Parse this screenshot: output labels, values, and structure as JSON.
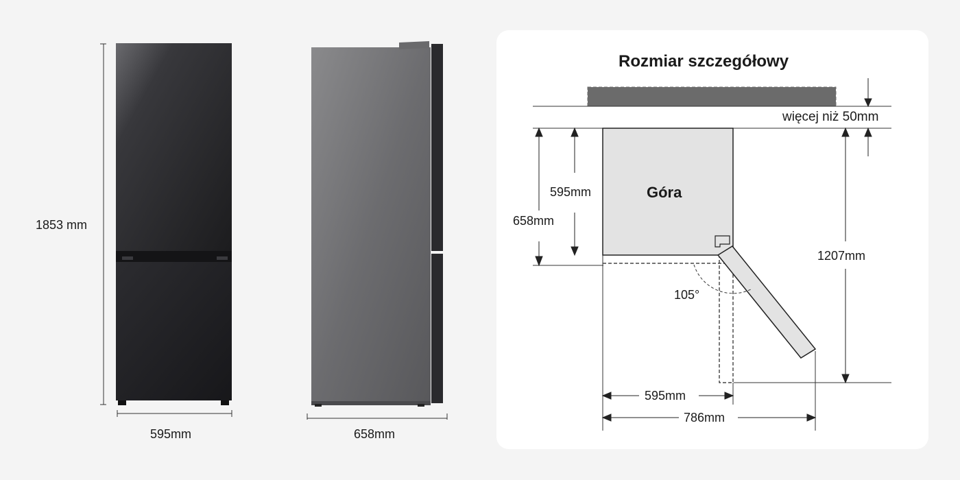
{
  "front_view": {
    "height_label": "1853 mm",
    "width_label": "595mm"
  },
  "side_view": {
    "depth_label": "658mm"
  },
  "detail_panel": {
    "title": "Rozmiar szczegółowy",
    "clearance_label": "więcej niż 50mm",
    "top_label": "Góra",
    "body_depth_label": "595mm",
    "total_depth_label": "658mm",
    "door_open_depth_label": "1207mm",
    "door_angle_label": "105°",
    "body_width_label": "595mm",
    "open_width_label": "786mm"
  },
  "colors": {
    "background": "#f4f4f4",
    "panel": "#ffffff",
    "fridge_top_fill": "#e3e3e3",
    "wall_fill": "#6b6b6b",
    "fridge_body": "#2a2a2c",
    "side_body": "#707070"
  }
}
